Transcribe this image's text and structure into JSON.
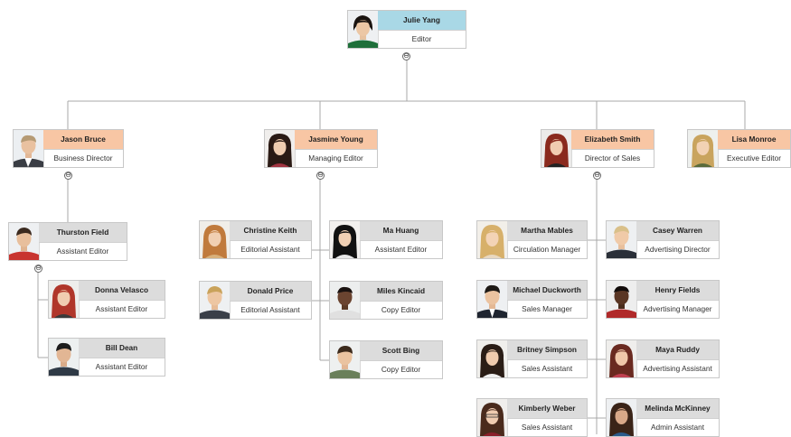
{
  "colors": {
    "root_header": "#a9d8e6",
    "director_header": "#f8c6a4",
    "staff_header": "#dcdcdc",
    "connector": "#a8a8a8"
  },
  "toggle_symbol": "⊖",
  "chart": {
    "root": {
      "name": "Julie Yang",
      "title": "Editor"
    },
    "directors": [
      {
        "name": "Jason Bruce",
        "title": "Business Director"
      },
      {
        "name": "Jasmine Young",
        "title": "Managing Editor"
      },
      {
        "name": "Elizabeth Smith",
        "title": "Director of Sales"
      },
      {
        "name": "Lisa Monroe",
        "title": "Executive Editor"
      }
    ],
    "staff": [
      {
        "name": "Thurston Field",
        "title": "Assistant Editor"
      },
      {
        "name": "Donna Velasco",
        "title": "Assistant Editor"
      },
      {
        "name": "Bill Dean",
        "title": "Assistant Editor"
      },
      {
        "name": "Christine Keith",
        "title": "Editorial Assistant"
      },
      {
        "name": "Ma Huang",
        "title": "Assistant Editor"
      },
      {
        "name": "Donald Price",
        "title": "Editorial Assistant"
      },
      {
        "name": "Miles Kincaid",
        "title": "Copy Editor"
      },
      {
        "name": "Scott Bing",
        "title": "Copy Editor"
      },
      {
        "name": "Martha Mables",
        "title": "Circulation Manager"
      },
      {
        "name": "Casey Warren",
        "title": "Advertising Director"
      },
      {
        "name": "Michael Duckworth",
        "title": "Sales Manager"
      },
      {
        "name": "Henry Fields",
        "title": "Advertising Manager"
      },
      {
        "name": "Britney Simpson",
        "title": "Sales Assistant"
      },
      {
        "name": "Maya Ruddy",
        "title": "Advertising Assistant"
      },
      {
        "name": "Kimberly Weber",
        "title": "Sales Assistant"
      },
      {
        "name": "Melinda McKinney",
        "title": "Admin Assistant"
      }
    ]
  }
}
